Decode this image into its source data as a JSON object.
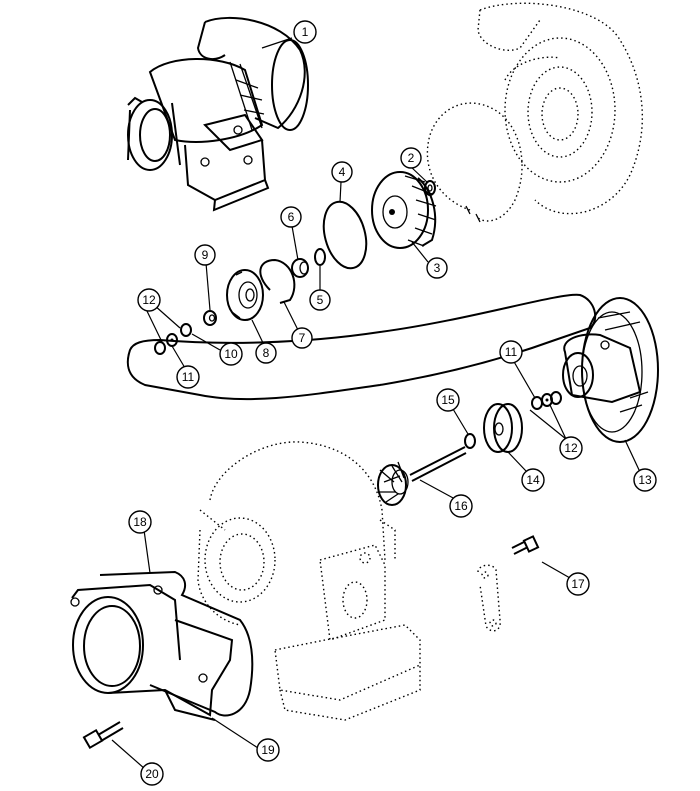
{
  "diagram": {
    "callouts": [
      {
        "id": "c1",
        "label": "1"
      },
      {
        "id": "c2",
        "label": "2"
      },
      {
        "id": "c3",
        "label": "3"
      },
      {
        "id": "c4",
        "label": "4"
      },
      {
        "id": "c5",
        "label": "5"
      },
      {
        "id": "c6",
        "label": "6"
      },
      {
        "id": "c7",
        "label": "7"
      },
      {
        "id": "c8",
        "label": "8"
      },
      {
        "id": "c9",
        "label": "9"
      },
      {
        "id": "c10",
        "label": "10"
      },
      {
        "id": "c11a",
        "label": "11"
      },
      {
        "id": "c11b",
        "label": "11"
      },
      {
        "id": "c12a",
        "label": "12"
      },
      {
        "id": "c12b",
        "label": "12"
      },
      {
        "id": "c13",
        "label": "13"
      },
      {
        "id": "c14",
        "label": "14"
      },
      {
        "id": "c15",
        "label": "15"
      },
      {
        "id": "c16",
        "label": "16"
      },
      {
        "id": "c17",
        "label": "17"
      },
      {
        "id": "c18",
        "label": "18"
      },
      {
        "id": "c19",
        "label": "19"
      },
      {
        "id": "c20",
        "label": "20"
      }
    ]
  }
}
